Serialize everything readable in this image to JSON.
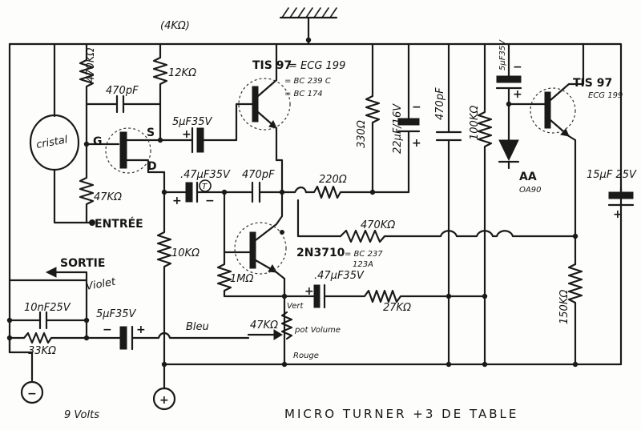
{
  "title": "MICRO TURNER +3  DE TABLE",
  "supply": "9 Volts",
  "top_resistor": "(4KΩ)",
  "cristal": "cristal",
  "entree": "ENTRÉE",
  "sortie": "SORTIE",
  "jfet_g": "G",
  "jfet_s": "S",
  "jfet_d": "D",
  "t1_name": "TIS 97",
  "t1_equiv": "= ECG 199",
  "t1_alt1": "= BC 239 C",
  "t1_alt2": "= BC 174",
  "t2_name": "2N3710",
  "t2_equiv": "= BC 237",
  "t2_alt": "123A",
  "t3_name": "TIS 97",
  "t3_equiv": "ECG 199",
  "t_mark": "T",
  "plus": "+",
  "minus": "−",
  "r_470k": "470KΩ",
  "r_12k": "12KΩ",
  "c_470p_a": "470pF",
  "c_5u_a": "5µF35V",
  "r_47k": "47KΩ",
  "c_47u": ".47µF35V",
  "c_470p_b": "470pF",
  "r_220": "220Ω",
  "r_330": "330Ω",
  "c_22u": "22µF/16V",
  "c_470p_c": "470pF",
  "r_100k": "100KΩ",
  "c_5u_b": "5µF35V",
  "diode": "AA",
  "diode_ref": "OA90",
  "c_15u": "15µF 25V",
  "r_470k_b": "470KΩ",
  "r_10k": "10KΩ",
  "r_1m": "1MΩ",
  "c_47u_b": ".47µF35V",
  "r_27k": "27KΩ",
  "r_150k": "150KΩ",
  "wire_violet": "Violet",
  "c_10n": "10nF25V",
  "r_33k": "33KΩ",
  "c_5u_c": "5µF35V",
  "wire_bleu": "Bleu",
  "pot": "47KΩ",
  "pot_label": "pot Volume",
  "wire_vert": "Vert",
  "wire_rouge": "Rouge",
  "neg_terminal": "−",
  "pos_terminal": "+"
}
